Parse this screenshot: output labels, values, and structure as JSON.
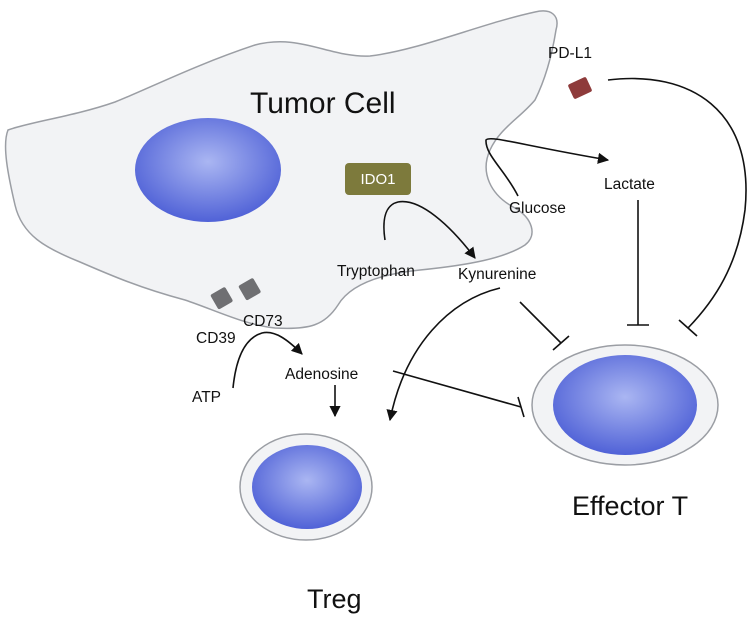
{
  "cells": {
    "tumor": "Tumor Cell",
    "effector": "Effector T",
    "treg": "Treg"
  },
  "molecules": {
    "pdl1": "PD-L1",
    "ido1": "IDO1",
    "lactate": "Lactate",
    "glucose": "Glucose",
    "tryptophan": "Tryptophan",
    "kynurenine": "Kynurenine",
    "cd39": "CD39",
    "cd73": "CD73",
    "adenosine": "Adenosine",
    "atp": "ATP"
  },
  "colors": {
    "cell_body": "#f2f3f5",
    "cell_outline": "#9b9ea4",
    "nucleus_light": "#aab6f2",
    "nucleus_dark": "#4d5fd6",
    "pdl1": "#8e3b3b",
    "ido1_box": "#7d7a3c",
    "cd_receptor": "#6f6f72",
    "arrow": "#111111"
  },
  "edges": [
    {
      "from": "Glucose",
      "to": "Lactate",
      "type": "activate"
    },
    {
      "from": "Tryptophan",
      "to": "Kynurenine",
      "type": "activate"
    },
    {
      "from": "ATP",
      "to": "Adenosine",
      "type": "activate"
    },
    {
      "from": "Adenosine",
      "to": "Treg",
      "type": "activate"
    },
    {
      "from": "Kynurenine",
      "to": "Treg",
      "type": "activate"
    },
    {
      "from": "Adenosine",
      "to": "Effector T",
      "type": "inhibit"
    },
    {
      "from": "Kynurenine",
      "to": "Effector T",
      "type": "inhibit"
    },
    {
      "from": "Lactate",
      "to": "Effector T",
      "type": "inhibit"
    },
    {
      "from": "PD-L1",
      "to": "Effector T",
      "type": "inhibit"
    }
  ]
}
